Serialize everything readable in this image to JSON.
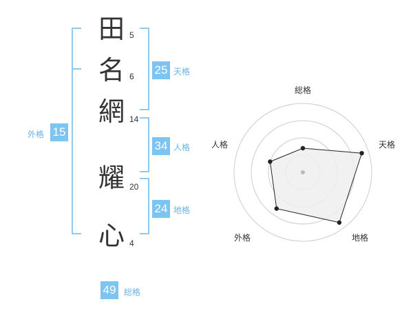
{
  "name": {
    "characters": [
      {
        "char": "田",
        "strokes": "5"
      },
      {
        "char": "名",
        "strokes": "6"
      },
      {
        "char": "網",
        "strokes": "14"
      },
      {
        "char": "耀",
        "strokes": "20"
      },
      {
        "char": "心",
        "strokes": "4"
      }
    ]
  },
  "fortune": {
    "tenkaku": {
      "value": "25",
      "label": "天格"
    },
    "jinkaku": {
      "value": "34",
      "label": "人格"
    },
    "chikaku": {
      "value": "24",
      "label": "地格"
    },
    "gaikaku": {
      "value": "15",
      "label": "外格"
    },
    "soukaku": {
      "value": "49",
      "label": "総格"
    }
  },
  "chart_data": {
    "type": "radar",
    "axes": [
      "総格",
      "天格",
      "地格",
      "外格",
      "人格"
    ],
    "values": [
      0.35,
      0.9,
      0.9,
      0.65,
      0.5
    ],
    "range": [
      0,
      1
    ],
    "rings": 4,
    "grid": true,
    "colors": {
      "fill": "#efefef",
      "line": "#222222",
      "grid": "#cccccc",
      "center": "#bbbbbb"
    }
  },
  "colors": {
    "accent": "#7cc4f2",
    "bracket": "#8ec9f0",
    "label": "#6ab4e8"
  }
}
